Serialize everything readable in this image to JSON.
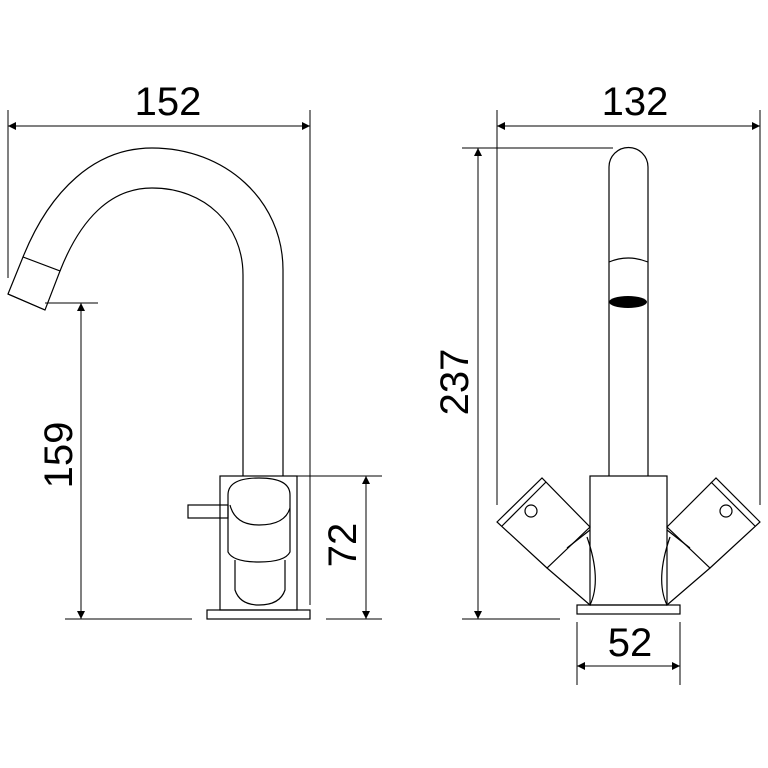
{
  "dimensions": {
    "side_width": "152",
    "spout_height": "159",
    "body_height": "72",
    "front_width": "132",
    "total_height": "237",
    "base_width": "52"
  },
  "colors": {
    "line": "#000000",
    "background": "#ffffff"
  }
}
